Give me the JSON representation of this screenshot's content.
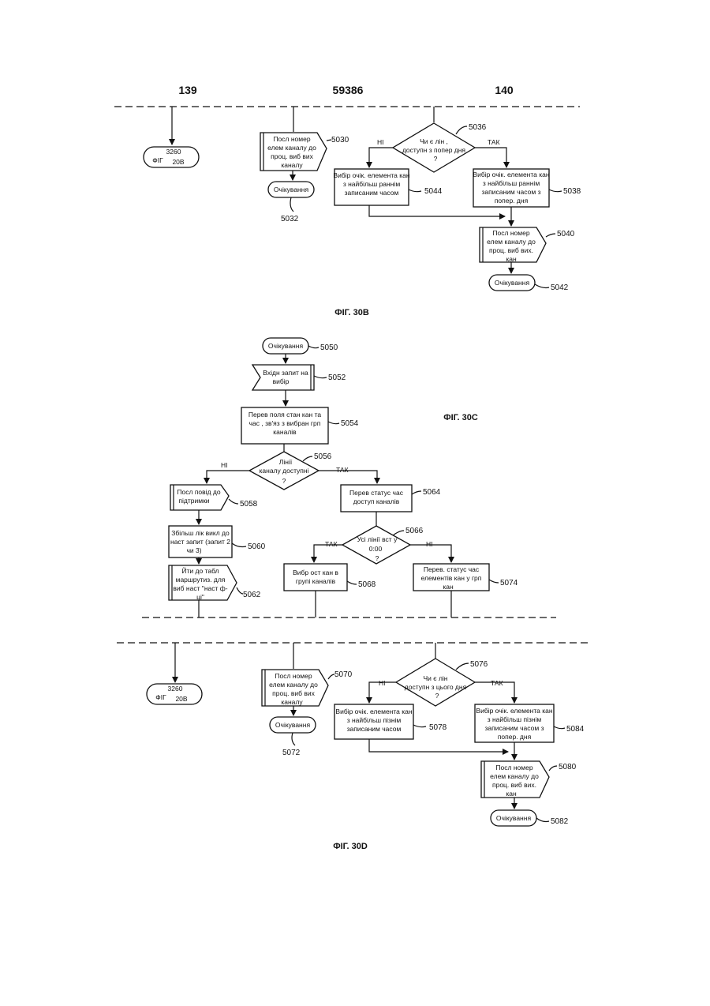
{
  "header": {
    "left": "139",
    "center": "59386",
    "right": "140"
  },
  "fig30b": {
    "caption": "ФІГ. 30B",
    "connector": {
      "line1": "3260",
      "line2": "ФІГ",
      "line3": "20B"
    },
    "send_box": {
      "l1": "Посл номер",
      "l2": "елем каналу до",
      "l3": "проц. виб вих",
      "l4": "каналу",
      "ref": "5030"
    },
    "wait1": {
      "label": "Очікування",
      "ref": "5032"
    },
    "decision": {
      "l1": "Чи є лін ,",
      "l2": "доступн з попер дня",
      "l3": "?",
      "ref": "5036"
    },
    "no_label": "НІ",
    "yes_label": "ТАК",
    "left_box": {
      "l1": "Вибір очік. елемента кан",
      "l2": "з найбільш раннім",
      "l3": "записаним часом",
      "ref": "5044"
    },
    "right_box": {
      "l1": "Вибір очік. елемента кан",
      "l2": "з найбільш раннім",
      "l3": "записаним часом з",
      "l4": "попер. дня",
      "ref": "5038"
    },
    "send2": {
      "l1": "Посл номер",
      "l2": "елем каналу до",
      "l3": "проц. виб вих.",
      "l4": "кан",
      "ref": "5040"
    },
    "wait2": {
      "label": "Очікування",
      "ref": "5042"
    }
  },
  "fig30c": {
    "caption": "ФІГ. 30C",
    "wait": {
      "label": "Очікування",
      "ref": "5050"
    },
    "input": {
      "l1": "Вхідн запит на",
      "l2": "вибір",
      "ref": "5052"
    },
    "check": {
      "l1": "Перев поля стан кан та",
      "l2": "час , зв'яз з вибран грп",
      "l3": "каналів",
      "ref": "5054"
    },
    "decision1": {
      "l1": "Лінії",
      "l2": "каналу доступні",
      "l3": "?",
      "ref": "5056"
    },
    "no_label": "НІ",
    "yes_label": "ТАК",
    "send_support": {
      "l1": "Посл повід до",
      "l2": "підтримки",
      "ref": "5058"
    },
    "counter": {
      "l1": "Збільш лік викл до",
      "l2": "наст запит (запит 2",
      "l3": "чи 3)",
      "ref": "5060"
    },
    "goto": {
      "l1": "Йти до табл",
      "l2": "маршрутиз. для",
      "l3": "виб наст \"наст ф-",
      "l4": "ці\"",
      "ref": "5062"
    },
    "status_check": {
      "l1": "Перев статус час",
      "l2": "доступ каналів",
      "ref": "5064"
    },
    "decision2": {
      "l1": "Усі лінії вст у",
      "l2": "0:00",
      "l3": "?",
      "ref": "5066"
    },
    "yes2_label": "ТАК",
    "no2_label": "НІ",
    "select_rest": {
      "l1": "Вибр ост кан в",
      "l2": "групі каналів",
      "ref": "5068"
    },
    "check_status": {
      "l1": "Перев. статус час",
      "l2": "елементів кан у грп",
      "l3": "кан",
      "ref": "5074"
    }
  },
  "fig30d": {
    "caption": "ФІГ. 30D",
    "connector": {
      "line1": "3260",
      "line2": "ФІГ",
      "line3": "20B"
    },
    "send_box": {
      "l1": "Посл номер",
      "l2": "елем каналу до",
      "l3": "проц. виб вих",
      "l4": "каналу",
      "ref": "5070"
    },
    "wait1": {
      "label": "Очікування",
      "ref": "5072"
    },
    "decision": {
      "l1": "Чи є лін",
      "l2": "доступн з цього дня",
      "l3": "?",
      "ref": "5076"
    },
    "no_label": "НІ",
    "yes_label": "ТАК",
    "left_box": {
      "l1": "Вибір очік. елемента кан",
      "l2": "з найбільш пізнім",
      "l3": "записаним часом",
      "ref": "5078"
    },
    "right_box": {
      "l1": "Вибір очік. елемента кан",
      "l2": "з найбільш пізнім",
      "l3": "записаним часом з",
      "l4": "попер. дня",
      "ref": "5084"
    },
    "send2": {
      "l1": "Посл номер",
      "l2": "елем каналу до",
      "l3": "проц. виб вих.",
      "l4": "кан",
      "ref": "5080"
    },
    "wait2": {
      "label": "Очікування",
      "ref": "5082"
    }
  }
}
